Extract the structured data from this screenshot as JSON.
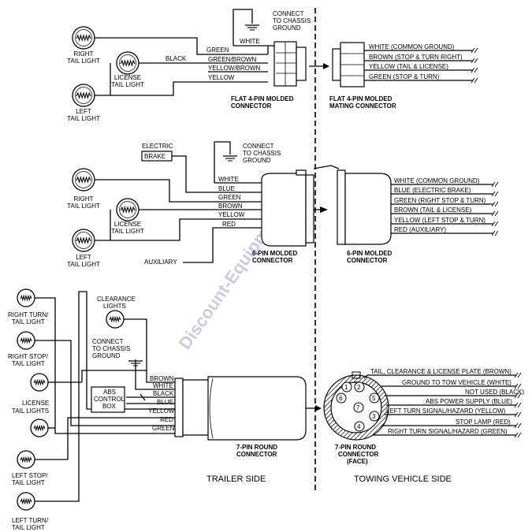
{
  "watermark": "Discount-Equipment.com",
  "sides": {
    "trailer": "TRAILER SIDE",
    "towing": "TOWING VEHICLE SIDE"
  },
  "s4": {
    "lights": {
      "right": [
        "RIGHT",
        "TAIL LIGHT"
      ],
      "license": [
        "LICENSE",
        "TAIL LIGHT"
      ],
      "left": [
        "LEFT",
        "TAIL LIGHT"
      ]
    },
    "ground": [
      "CONNECT",
      "TO CHASSIS",
      "GROUND"
    ],
    "wires": {
      "white": "WHITE",
      "green": "GREEN",
      "black": "BLACK",
      "green_brown": "GREEN/BROWN",
      "yellow_brown": "YELLOW/BROWN",
      "yellow": "YELLOW"
    },
    "connector": [
      "FLAT 4-PIN MOLDED",
      "CONNECTOR"
    ],
    "mating": [
      "FLAT 4-PIN MOLDED",
      "MATING CONNECTOR"
    ],
    "vehicle_wires": [
      "WHITE (COMMON GROUND)",
      "BROWN (STOP & TURN RIGHT)",
      "YELLOW (TAIL & LICENSE)",
      "GREEN  (STOP & TURN)"
    ]
  },
  "s6": {
    "lights": {
      "right": [
        "RIGHT",
        "TAIL LIGHT"
      ],
      "license": [
        "LICENSE",
        "TAIL LIGHT"
      ],
      "left": [
        "LEFT",
        "TAIL LIGHT"
      ]
    },
    "brake": [
      "ELECTRIC",
      "BRAKE"
    ],
    "ground": [
      "CONNECT",
      "TO CHASSIS",
      "GROUND"
    ],
    "auxiliary": "AUXILIARY",
    "wires": [
      "WHITE",
      "BLUE",
      "GREEN",
      "BROWN",
      "YELLOW",
      "RED"
    ],
    "connector": [
      "6-PIN MOLDED",
      "CONNECTOR"
    ],
    "mating": [
      "6-PIN MOLDED",
      "CONNECTOR"
    ],
    "vehicle_wires": [
      "WHITE (COMMON GROUND)",
      "BLUE (ELECTRIC BRAKE)",
      "GREEN (RIGHT STOP & TURN)",
      "BROWN (TAIL & LICENSE)",
      "YELLOW (LEFT STOP & TURN)",
      "RED (AUXILIARY)"
    ]
  },
  "s7": {
    "lights": {
      "right_turn": [
        "RIGHT TURN/",
        "TAIL LIGHT"
      ],
      "right_stop": [
        "RIGHT STOP/",
        "TAIL LIGHT"
      ],
      "license": [
        "LICENSE",
        "TAIL LIGHTS"
      ],
      "left_stop": [
        "LEFT STOP/",
        "TAIL LIGHT"
      ],
      "left_turn": [
        "LEFT TURN/",
        "TAIL LIGHT"
      ]
    },
    "clearance": [
      "CLEARANCE",
      "LIGHTS"
    ],
    "ground": [
      "CONNECT",
      "TO CHASSIS",
      "GROUND"
    ],
    "abs": [
      "ABS",
      "CONTROL",
      "BOX"
    ],
    "wires": [
      "BROWN",
      "WHITE",
      "BLACK",
      "BLUE",
      "YELLOW",
      "RED",
      "GREEN"
    ],
    "connector": [
      "7-PIN ROUND",
      "CONNECTOR"
    ],
    "face": [
      "7-PIN ROUND",
      "CONNECTOR",
      "(FACE)"
    ],
    "pins": [
      "1",
      "2",
      "3",
      "4",
      "5",
      "6",
      "7"
    ],
    "vehicle_wires": [
      "TAIL, CLEARANCE & LICENSE PLATE (BROWN)",
      "GROUND TO TOW VEHICLE (WHITE)",
      "NOT USED (BLACK)",
      "ABS POWER SUPPLY (BLUE)",
      "LEFT TURN SIGNAL/HAZARD (YELLOW)",
      "STOP LAMP (RED)",
      "RIGHT TURN SIGNAL/HAZARD (GREEN)"
    ]
  }
}
